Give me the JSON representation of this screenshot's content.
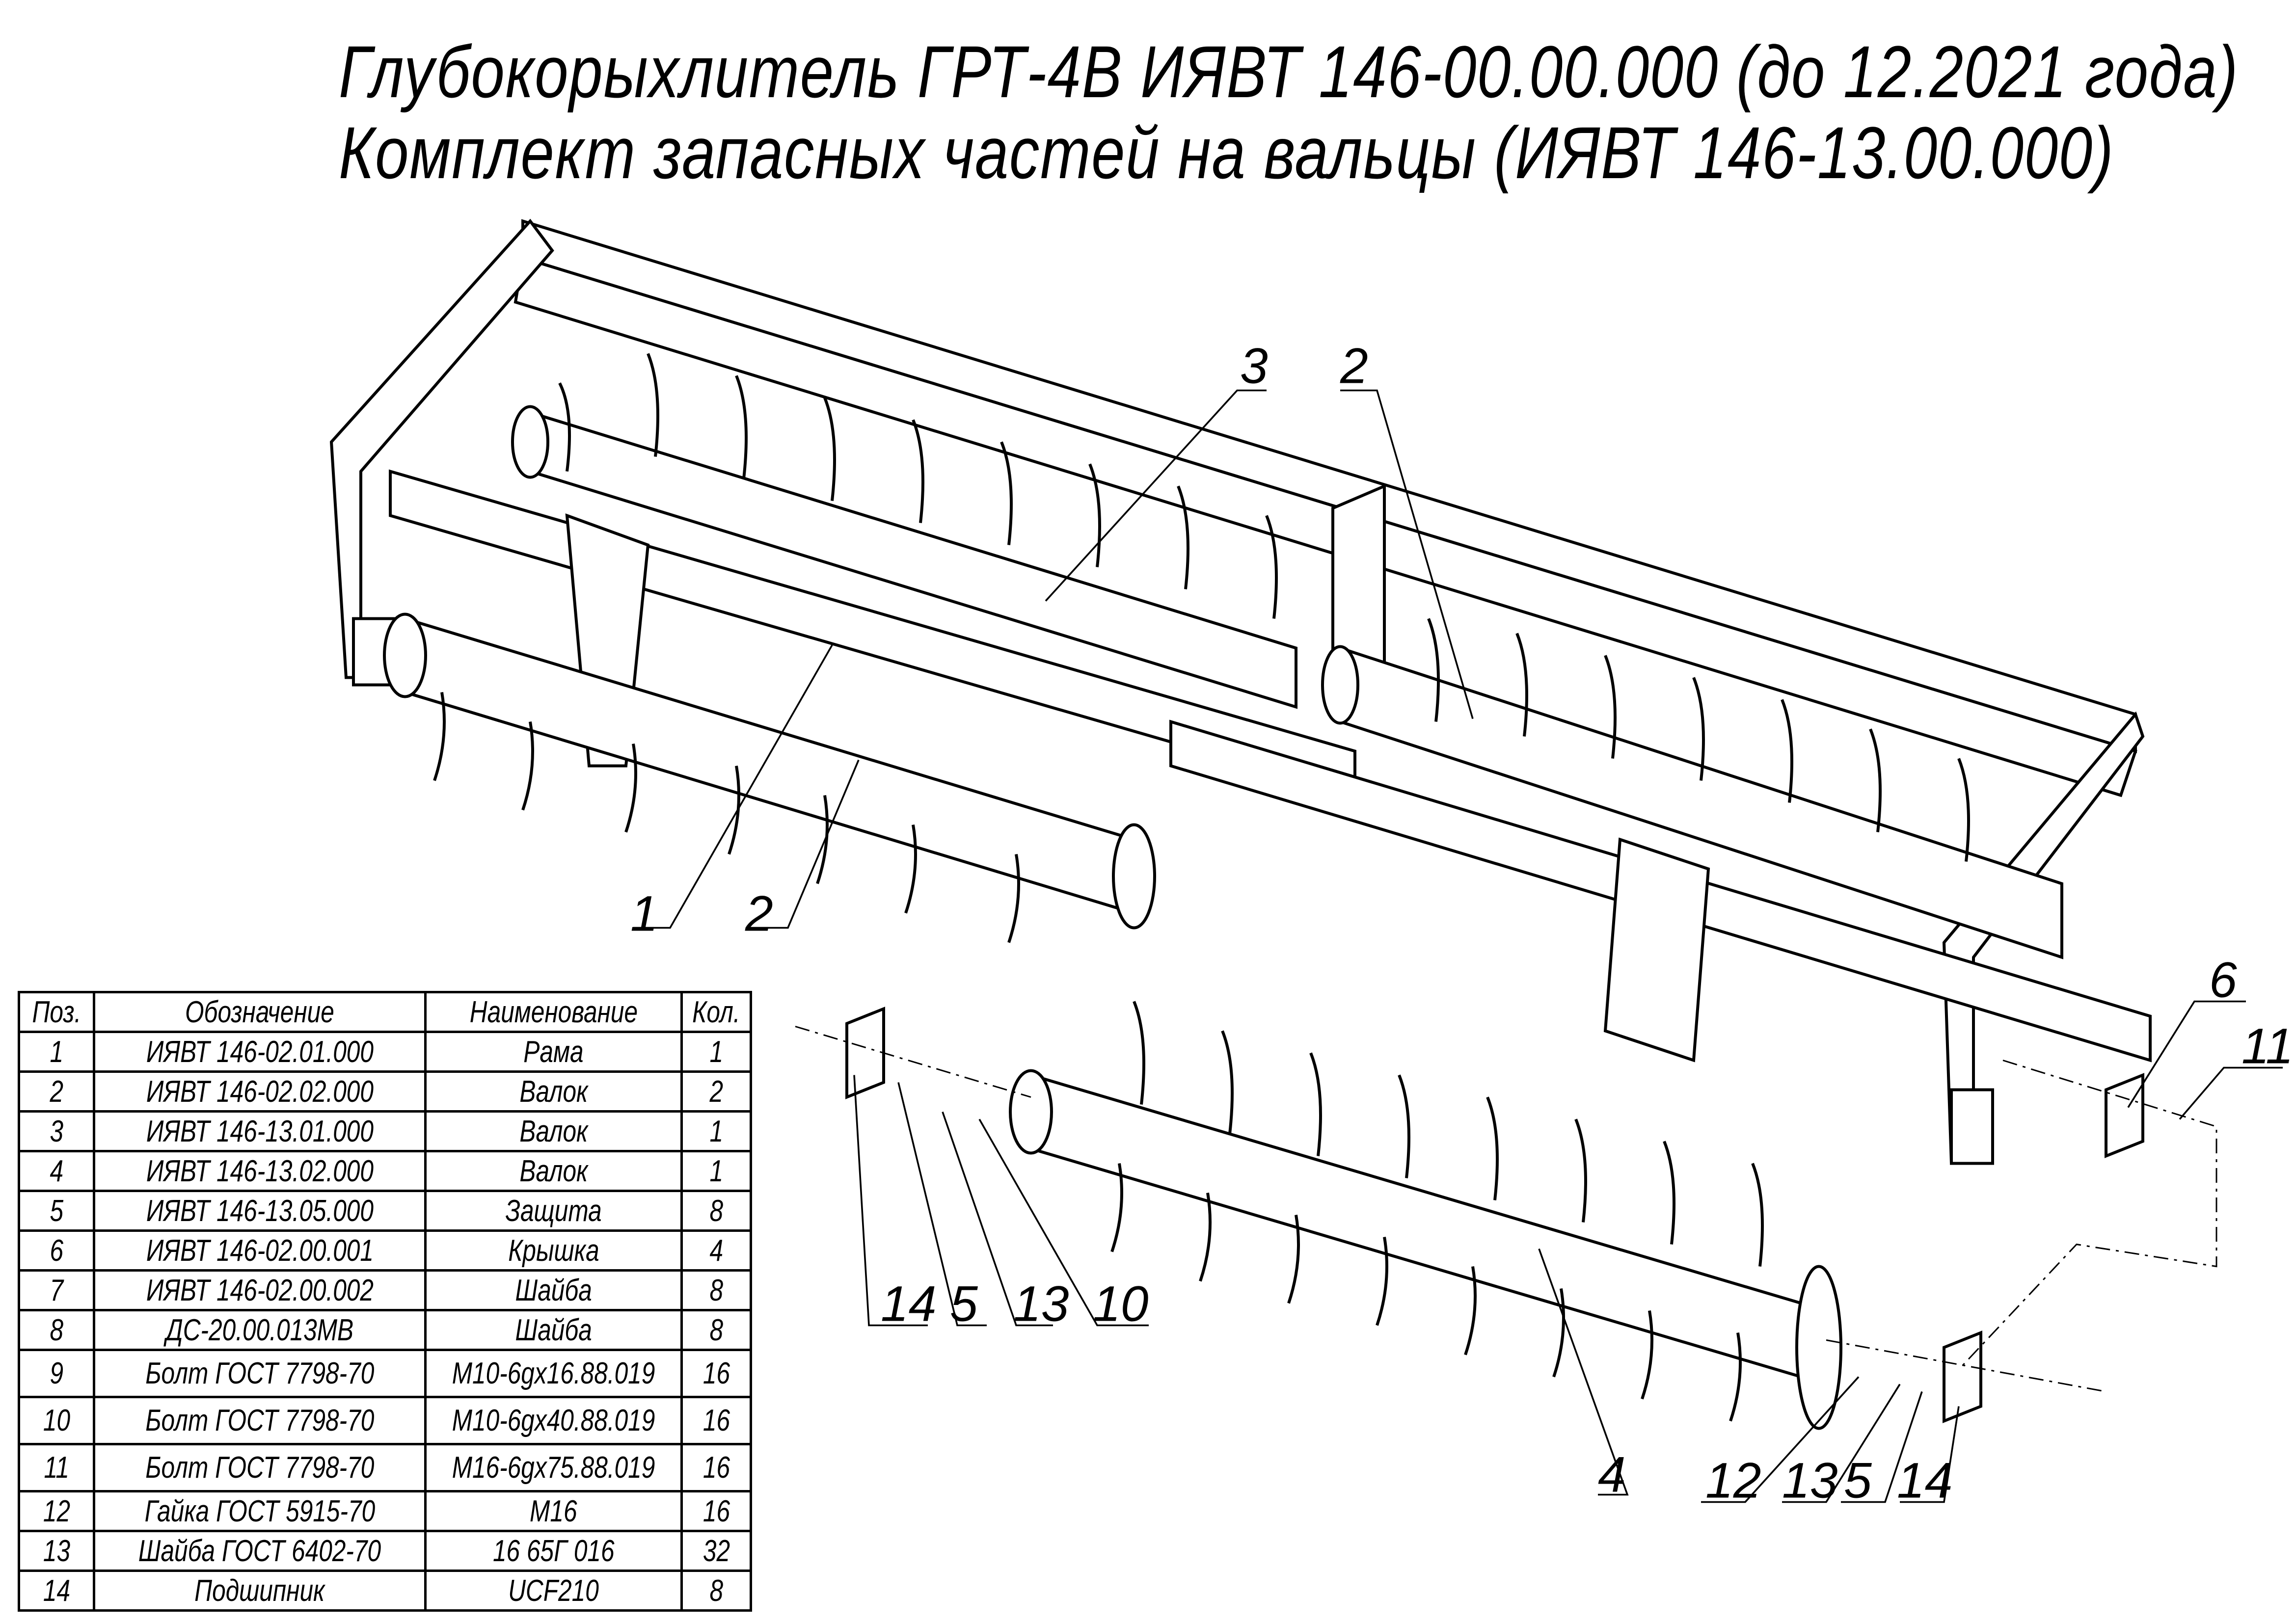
{
  "title": {
    "line1": "Глубокорыхлитель ГРТ-4В ИЯВТ 146-00.00.000 (до 12.2021 года)",
    "line2": "Комплект запасных частей на вальцы (ИЯВТ 146-13.00.000)"
  },
  "callouts": {
    "upper": [
      "3",
      "2",
      "1",
      "2"
    ],
    "lower_left": [
      "14",
      "5",
      "13",
      "10"
    ],
    "lower_right": [
      "4",
      "12",
      "13",
      "5",
      "14"
    ],
    "right": [
      "6",
      "11"
    ]
  },
  "table": {
    "headers": [
      "Поз.",
      "Обозначение",
      "Наименование",
      "Кол."
    ],
    "rows": [
      [
        "1",
        "ИЯВТ 146-02.01.000",
        "Рама",
        "1"
      ],
      [
        "2",
        "ИЯВТ 146-02.02.000",
        "Валок",
        "2"
      ],
      [
        "3",
        "ИЯВТ 146-13.01.000",
        "Валок",
        "1"
      ],
      [
        "4",
        "ИЯВТ 146-13.02.000",
        "Валок",
        "1"
      ],
      [
        "5",
        "ИЯВТ 146-13.05.000",
        "Защита",
        "8"
      ],
      [
        "6",
        "ИЯВТ 146-02.00.001",
        "Крышка",
        "4"
      ],
      [
        "7",
        "ИЯВТ 146-02.00.002",
        "Шайба",
        "8"
      ],
      [
        "8",
        "ДС-20.00.013МВ",
        "Шайба",
        "8"
      ],
      [
        "9",
        "Болт ГОСТ 7798-70",
        "М10-6gх16.88.019",
        "16"
      ],
      [
        "10",
        "Болт ГОСТ 7798-70",
        "М10-6gх40.88.019",
        "16"
      ],
      [
        "11",
        "Болт ГОСТ 7798-70",
        "М16-6gх75.88.019",
        "16"
      ],
      [
        "12",
        "Гайка ГОСТ 5915-70",
        "М16",
        "16"
      ],
      [
        "13",
        "Шайба  ГОСТ 6402-70",
        "16 65Г 016",
        "32"
      ],
      [
        "14",
        "Подшипник",
        "UCF210",
        "8"
      ]
    ]
  }
}
